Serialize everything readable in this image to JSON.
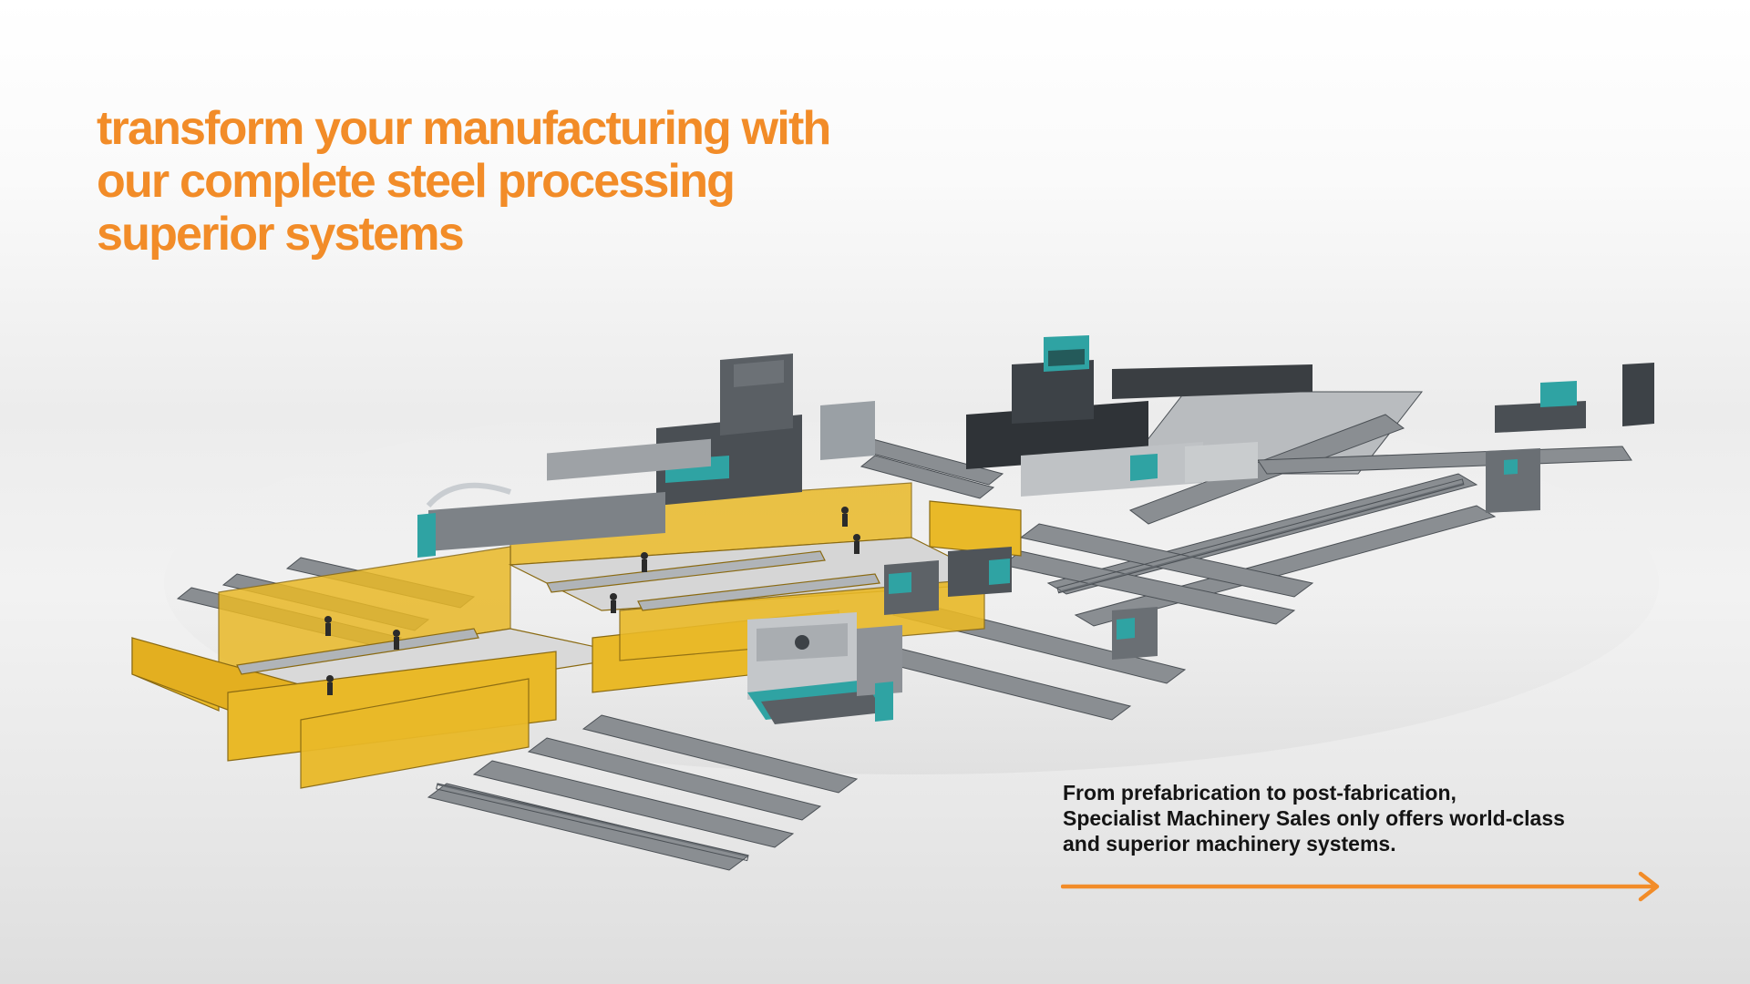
{
  "colors": {
    "accent": "#F28C28",
    "machine_teal": "#2FA3A3",
    "machine_dark": "#3D4247",
    "screen_yellow": "#E9B928",
    "text_dark": "#141414"
  },
  "hero": {
    "headline_lines": [
      "transform your manufacturing with",
      "our complete steel processing",
      "superior systems"
    ]
  },
  "intro": {
    "text_lines": [
      "From prefabrication to post-fabrication,",
      "Specialist Machinery Sales only offers world-class",
      "and superior machinery systems."
    ],
    "next_icon": "long-right-arrow-icon"
  },
  "illustration": {
    "subject": "steel-processing-line-render"
  }
}
